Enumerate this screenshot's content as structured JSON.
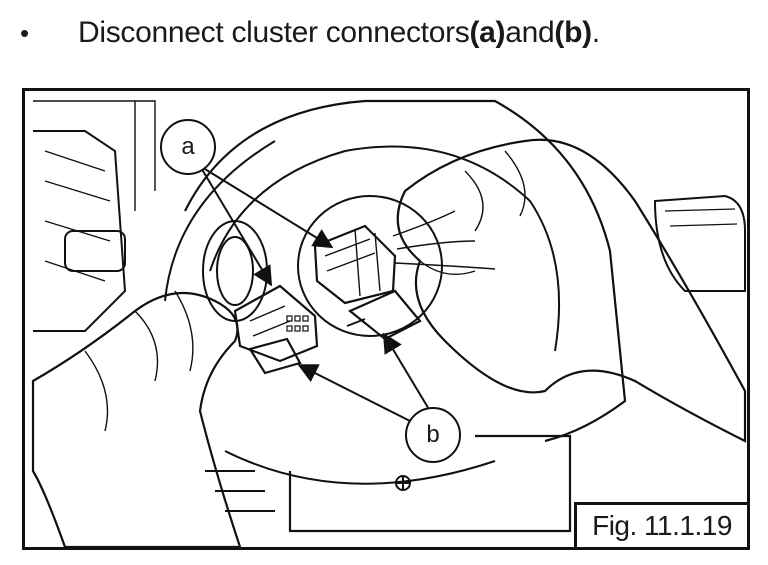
{
  "instruction": {
    "bullet": "•",
    "text_before": "Disconnect cluster connectors ",
    "label_a": "(a)",
    "text_middle": " and ",
    "label_b": "(b)",
    "text_after": "."
  },
  "figure": {
    "caption": "Fig. 11.1.19",
    "callouts": {
      "a": "a",
      "b": "b"
    }
  }
}
